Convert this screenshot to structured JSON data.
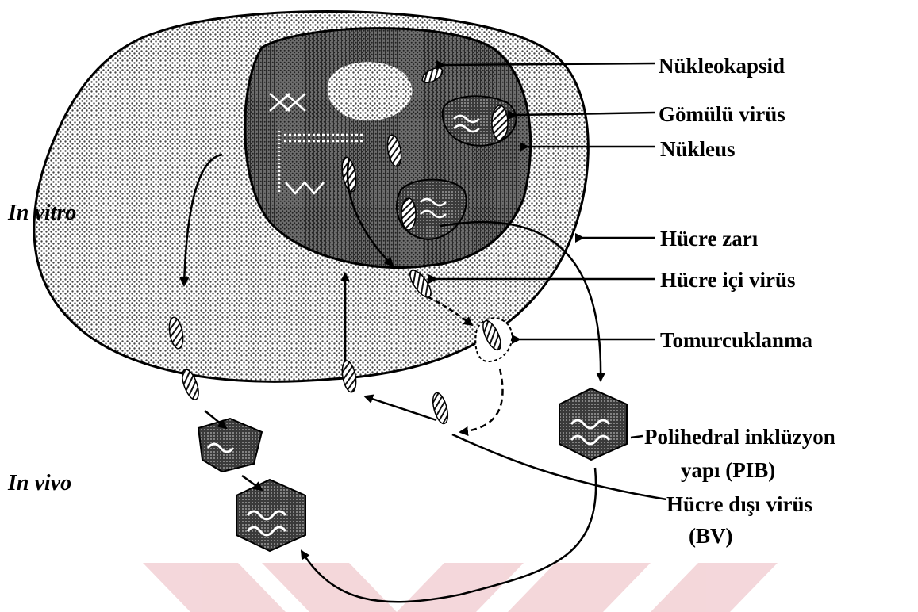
{
  "diagram": {
    "labels": {
      "nucleocapsid": "Nükleokapsid",
      "occluded_virus": "Gömülü virüs",
      "nucleus": "Nükleus",
      "cell_membrane": "Hücre zarı",
      "intracellular_virus": "Hücre içi virüs",
      "budding": "Tomurcuklanma",
      "pib_line1": "Polihedral inklüzyon",
      "pib_line2": "yapı (PIB)",
      "bv_line1": "Hücre dışı virüs",
      "bv_line2": "(BV)"
    },
    "side_labels": {
      "in_vitro": "In vitro",
      "in_vivo": "In vivo"
    }
  },
  "colors": {
    "watermark": "#f3d3d7",
    "stroke": "#000000",
    "cell_fill": "#d9d9d9",
    "nucleus_fill": "#8f8f8f",
    "inclusion_fill": "#555555"
  }
}
